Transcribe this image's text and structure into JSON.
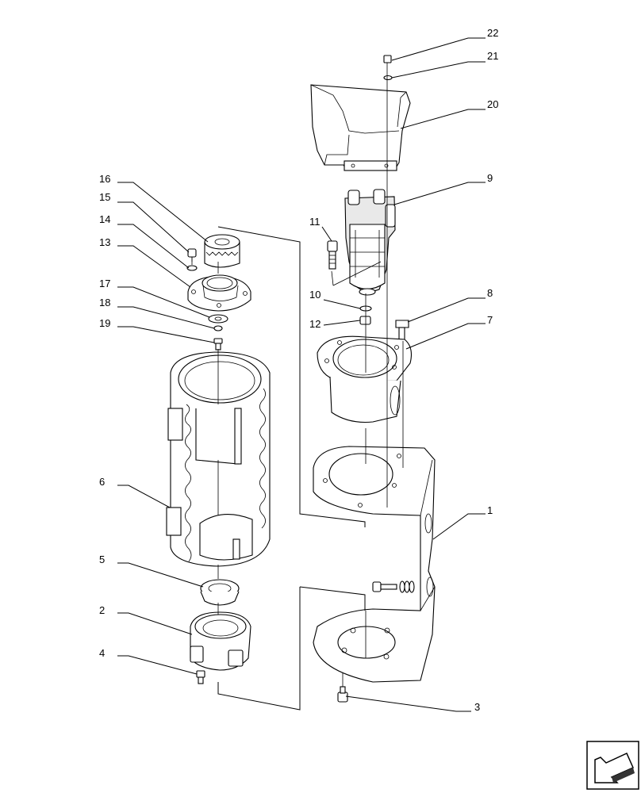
{
  "callouts": [
    {
      "id": "1",
      "label": "1"
    },
    {
      "id": "2",
      "label": "2"
    },
    {
      "id": "3",
      "label": "3"
    },
    {
      "id": "4",
      "label": "4"
    },
    {
      "id": "5",
      "label": "5"
    },
    {
      "id": "6",
      "label": "6"
    },
    {
      "id": "7",
      "label": "7"
    },
    {
      "id": "8",
      "label": "8"
    },
    {
      "id": "9",
      "label": "9"
    },
    {
      "id": "10",
      "label": "10"
    },
    {
      "id": "11",
      "label": "11"
    },
    {
      "id": "12",
      "label": "12"
    },
    {
      "id": "13",
      "label": "13"
    },
    {
      "id": "14",
      "label": "14"
    },
    {
      "id": "15",
      "label": "15"
    },
    {
      "id": "16",
      "label": "16"
    },
    {
      "id": "17",
      "label": "17"
    },
    {
      "id": "18",
      "label": "18"
    },
    {
      "id": "19",
      "label": "19"
    },
    {
      "id": "20",
      "label": "20"
    },
    {
      "id": "21",
      "label": "21"
    },
    {
      "id": "22",
      "label": "22"
    }
  ],
  "nav": {
    "icon": "page-arrow-icon"
  }
}
